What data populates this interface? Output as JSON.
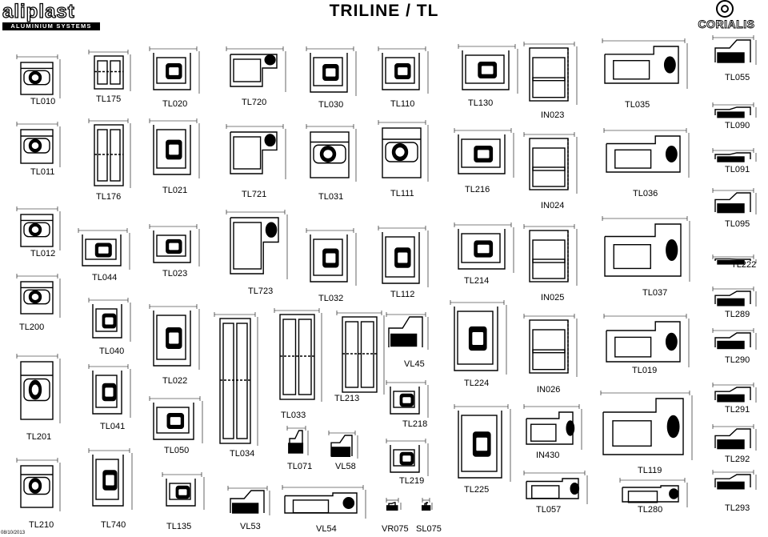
{
  "header": {
    "logo_word": "aliplast",
    "logo_sub": "ALUMINIUM SYSTEMS",
    "title": "TRILINE / TL",
    "brand": "CORIALIS"
  },
  "footer": {
    "date": "08/10/2013"
  },
  "profiles": [
    {
      "code": "TL010",
      "kind": "door"
    },
    {
      "code": "TL175",
      "kind": "double"
    },
    {
      "code": "TL020",
      "kind": "frame"
    },
    {
      "code": "TL720",
      "kind": "step"
    },
    {
      "code": "TL030",
      "kind": "frame"
    },
    {
      "code": "TL110",
      "kind": "frame"
    },
    {
      "code": "TL130",
      "kind": "frame"
    },
    {
      "code": "IN023",
      "kind": "tall"
    },
    {
      "code": "TL035",
      "kind": "wide"
    },
    {
      "code": "TL055",
      "kind": "small"
    },
    {
      "code": "TL090",
      "kind": "small"
    },
    {
      "code": "TL011",
      "kind": "door"
    },
    {
      "code": "TL176",
      "kind": "double"
    },
    {
      "code": "TL021",
      "kind": "frame"
    },
    {
      "code": "TL721",
      "kind": "step"
    },
    {
      "code": "TL031",
      "kind": "door"
    },
    {
      "code": "TL111",
      "kind": "door"
    },
    {
      "code": "TL216",
      "kind": "frame"
    },
    {
      "code": "IN024",
      "kind": "tall"
    },
    {
      "code": "TL036",
      "kind": "wide"
    },
    {
      "code": "TL091",
      "kind": "small"
    },
    {
      "code": "TL095",
      "kind": "small"
    },
    {
      "code": "TL012",
      "kind": "door"
    },
    {
      "code": "TL044",
      "kind": "frame"
    },
    {
      "code": "TL023",
      "kind": "frame"
    },
    {
      "code": "TL723",
      "kind": "step"
    },
    {
      "code": "TL032",
      "kind": "frame"
    },
    {
      "code": "TL112",
      "kind": "frame"
    },
    {
      "code": "TL214",
      "kind": "frame"
    },
    {
      "code": "IN025",
      "kind": "tall"
    },
    {
      "code": "TL037",
      "kind": "wide"
    },
    {
      "code": "TL222",
      "kind": "small"
    },
    {
      "code": "TL289",
      "kind": "small"
    },
    {
      "code": "TL200",
      "kind": "door"
    },
    {
      "code": "TL040",
      "kind": "frame"
    },
    {
      "code": "TL022",
      "kind": "frame"
    },
    {
      "code": "TL034",
      "kind": "double"
    },
    {
      "code": "TL033",
      "kind": "double"
    },
    {
      "code": "TL213",
      "kind": "double"
    },
    {
      "code": "VL45",
      "kind": "small"
    },
    {
      "code": "TL224",
      "kind": "frame"
    },
    {
      "code": "IN026",
      "kind": "tall"
    },
    {
      "code": "TL019",
      "kind": "wide"
    },
    {
      "code": "TL290",
      "kind": "small"
    },
    {
      "code": "TL201",
      "kind": "door"
    },
    {
      "code": "TL041",
      "kind": "frame"
    },
    {
      "code": "TL050",
      "kind": "frame"
    },
    {
      "code": "TL218",
      "kind": "frame"
    },
    {
      "code": "IN430",
      "kind": "wide"
    },
    {
      "code": "TL119",
      "kind": "wide"
    },
    {
      "code": "TL291",
      "kind": "small"
    },
    {
      "code": "TL071",
      "kind": "small"
    },
    {
      "code": "VL58",
      "kind": "small"
    },
    {
      "code": "TL219",
      "kind": "frame"
    },
    {
      "code": "TL225",
      "kind": "frame"
    },
    {
      "code": "TL292",
      "kind": "small"
    },
    {
      "code": "TL210",
      "kind": "door"
    },
    {
      "code": "TL740",
      "kind": "frame"
    },
    {
      "code": "TL135",
      "kind": "frame"
    },
    {
      "code": "VL53",
      "kind": "small"
    },
    {
      "code": "VL54",
      "kind": "wide"
    },
    {
      "code": "VR075",
      "kind": "small"
    },
    {
      "code": "SL075",
      "kind": "small"
    },
    {
      "code": "TL057",
      "kind": "wide"
    },
    {
      "code": "TL280",
      "kind": "wide"
    },
    {
      "code": "TL293",
      "kind": "small"
    }
  ]
}
